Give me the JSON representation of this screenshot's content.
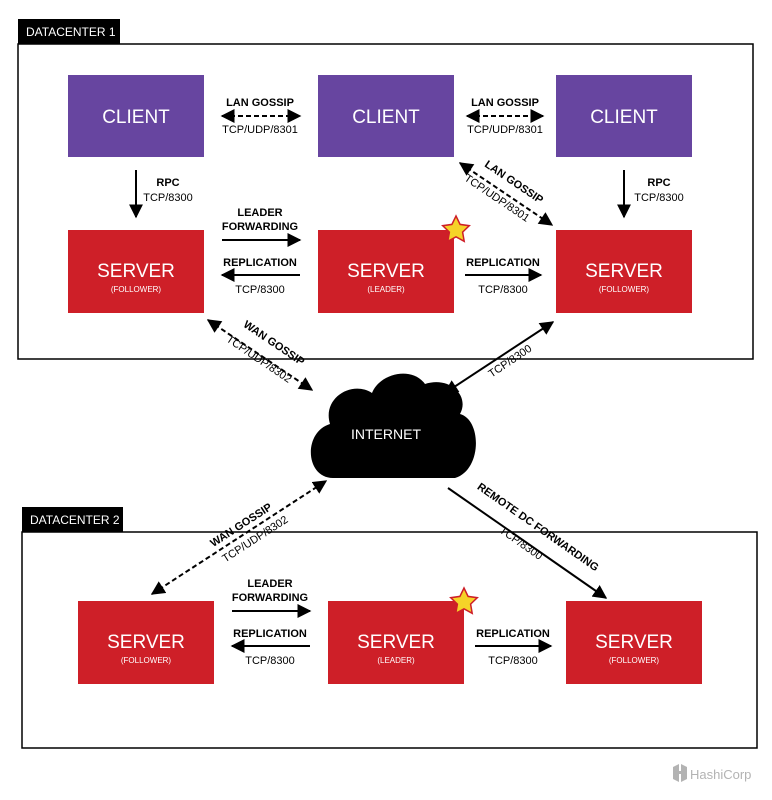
{
  "datacenter1": {
    "label": "DATACENTER 1",
    "clients": [
      {
        "title": "CLIENT"
      },
      {
        "title": "CLIENT"
      },
      {
        "title": "CLIENT"
      }
    ],
    "servers": [
      {
        "title": "SERVER",
        "role": "(FOLLOWER)"
      },
      {
        "title": "SERVER",
        "role": "(LEADER)"
      },
      {
        "title": "SERVER",
        "role": "(FOLLOWER)"
      }
    ],
    "lan_gossip_1": {
      "name": "LAN GOSSIP",
      "port": "TCP/UDP/8301"
    },
    "lan_gossip_2": {
      "name": "LAN GOSSIP",
      "port": "TCP/UDP/8301"
    },
    "lan_gossip_diag": {
      "name": "LAN GOSSIP",
      "port": "TCP/UDP/8301"
    },
    "rpc_left": {
      "name": "RPC",
      "port": "TCP/8300"
    },
    "rpc_right": {
      "name": "RPC",
      "port": "TCP/8300"
    },
    "leader_forwarding": {
      "line1": "LEADER",
      "line2": "FORWARDING"
    },
    "replication_left": {
      "name": "REPLICATION",
      "port": "TCP/8300"
    },
    "replication_right": {
      "name": "REPLICATION",
      "port": "TCP/8300"
    }
  },
  "internet": {
    "label": "INTERNET",
    "wan_gossip_dc1": {
      "name": "WAN GOSSIP",
      "port": "TCP/UDP/8302"
    },
    "tcp_dc1_right": {
      "port": "TCP/8300"
    },
    "wan_gossip_dc2": {
      "name": "WAN GOSSIP",
      "port": "TCP/UDP/8302"
    },
    "remote_dc_forwarding": {
      "name": "REMOTE DC FORWARDING",
      "port": "TCP/8300"
    }
  },
  "datacenter2": {
    "label": "DATACENTER 2",
    "servers": [
      {
        "title": "SERVER",
        "role": "(FOLLOWER)"
      },
      {
        "title": "SERVER",
        "role": "(LEADER)"
      },
      {
        "title": "SERVER",
        "role": "(FOLLOWER)"
      }
    ],
    "leader_forwarding": {
      "line1": "LEADER",
      "line2": "FORWARDING"
    },
    "replication_left": {
      "name": "REPLICATION",
      "port": "TCP/8300"
    },
    "replication_right": {
      "name": "REPLICATION",
      "port": "TCP/8300"
    }
  },
  "brand": {
    "name": "HashiCorp"
  },
  "colors": {
    "client": "#6745a0",
    "server": "#ce1f28",
    "leader_star": "#f5d328"
  }
}
